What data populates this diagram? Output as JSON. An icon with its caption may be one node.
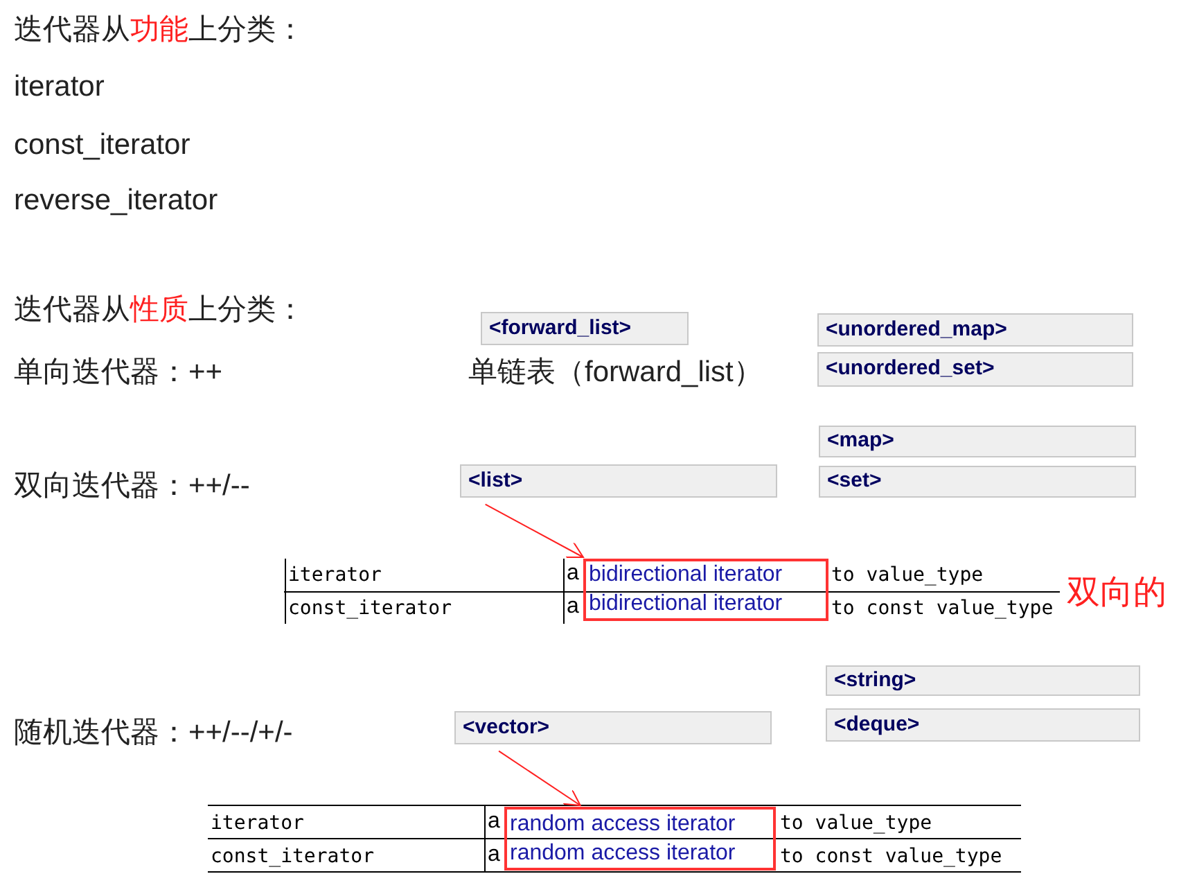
{
  "diagram": {
    "nodes": [
      {
        "text": [
          "<forward_list>"
        ]
      },
      {
        "text": [
          "<unordered_map>"
        ]
      },
      {
        "text": [
          "<unordered_set>"
        ]
      },
      {
        "text": [
          "<map>"
        ]
      },
      {
        "text": [
          "<list>"
        ]
      },
      {
        "text": [
          "<set>"
        ]
      },
      {
        "text": [
          "bidirectional iterator",
          "bidirectional iterator"
        ]
      },
      {
        "text": [
          "<string>"
        ]
      },
      {
        "text": [
          "<deque>"
        ]
      },
      {
        "text": [
          "<vector>"
        ]
      },
      {
        "text": [
          "random access iterator",
          "random access iterator"
        ]
      }
    ],
    "edges": [
      {
        "from": 4,
        "to": 6,
        "arrow": "to"
      },
      {
        "from": 9,
        "to": 10,
        "arrow": "to"
      }
    ],
    "labels": [
      "迭代器从**功能**上分类：",
      "iterator",
      "const_iterator",
      "reverse_iterator",
      "迭代器从**性质**上分类：",
      "单向迭代器：++",
      "单链表（forward_list）",
      "双向迭代器：++/--",
      "iterator",
      "a",
      "to value_type",
      "const_iterator",
      "a",
      "to const value_type",
      "双向的",
      "随机迭代器：++/--/+/-",
      "iterator",
      "a",
      "to value_type",
      "const_iterator",
      "a",
      "to const value_type"
    ]
  }
}
